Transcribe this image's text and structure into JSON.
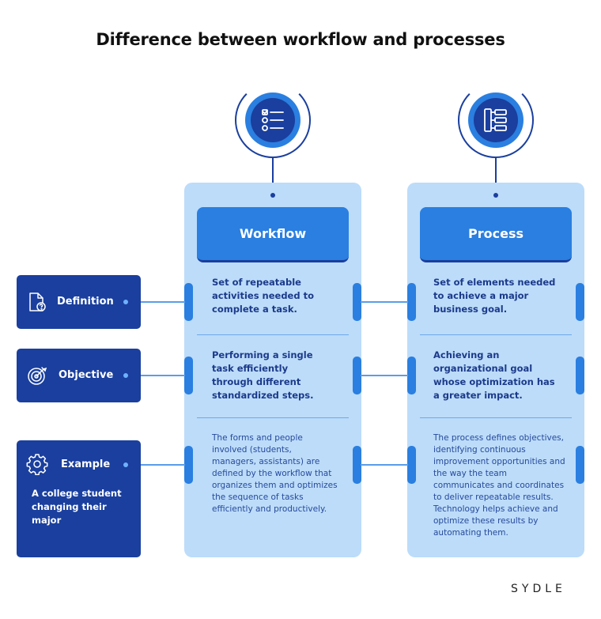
{
  "title": "Difference between workflow and processes",
  "columns": {
    "workflow": {
      "header": "Workflow",
      "definition": "Set of repeatable activities needed to complete a task.",
      "objective": "Performing a single task efficiently through different standardized steps.",
      "example": "The forms and people involved (students, managers, assistants) are defined by the workflow that organizes them and optimizes the sequence of tasks efficiently and productively."
    },
    "process": {
      "header": "Process",
      "definition": "Set of elements needed to achieve a major business goal.",
      "objective": "Achieving an organizational goal whose optimization has a greater impact.",
      "example": "The process defines objectives, identifying continuous improvement opportunities and the way the team communicates and coordinates to deliver repeatable results. Technology helps achieve and optimize these results by automating them."
    }
  },
  "rows": {
    "definition": "Definition",
    "objective": "Objective",
    "example": "Example",
    "example_case": "A college student changing their major"
  },
  "icons": {
    "workflow": "checklist-icon",
    "process": "hierarchy-icon",
    "definition": "document-question-icon",
    "objective": "target-icon",
    "example": "gear-icon"
  },
  "brand": "SYDLE",
  "colors": {
    "dark_blue": "#1a3f9e",
    "accent_blue": "#2a7fe0",
    "light_blue": "#bcdcfa"
  }
}
